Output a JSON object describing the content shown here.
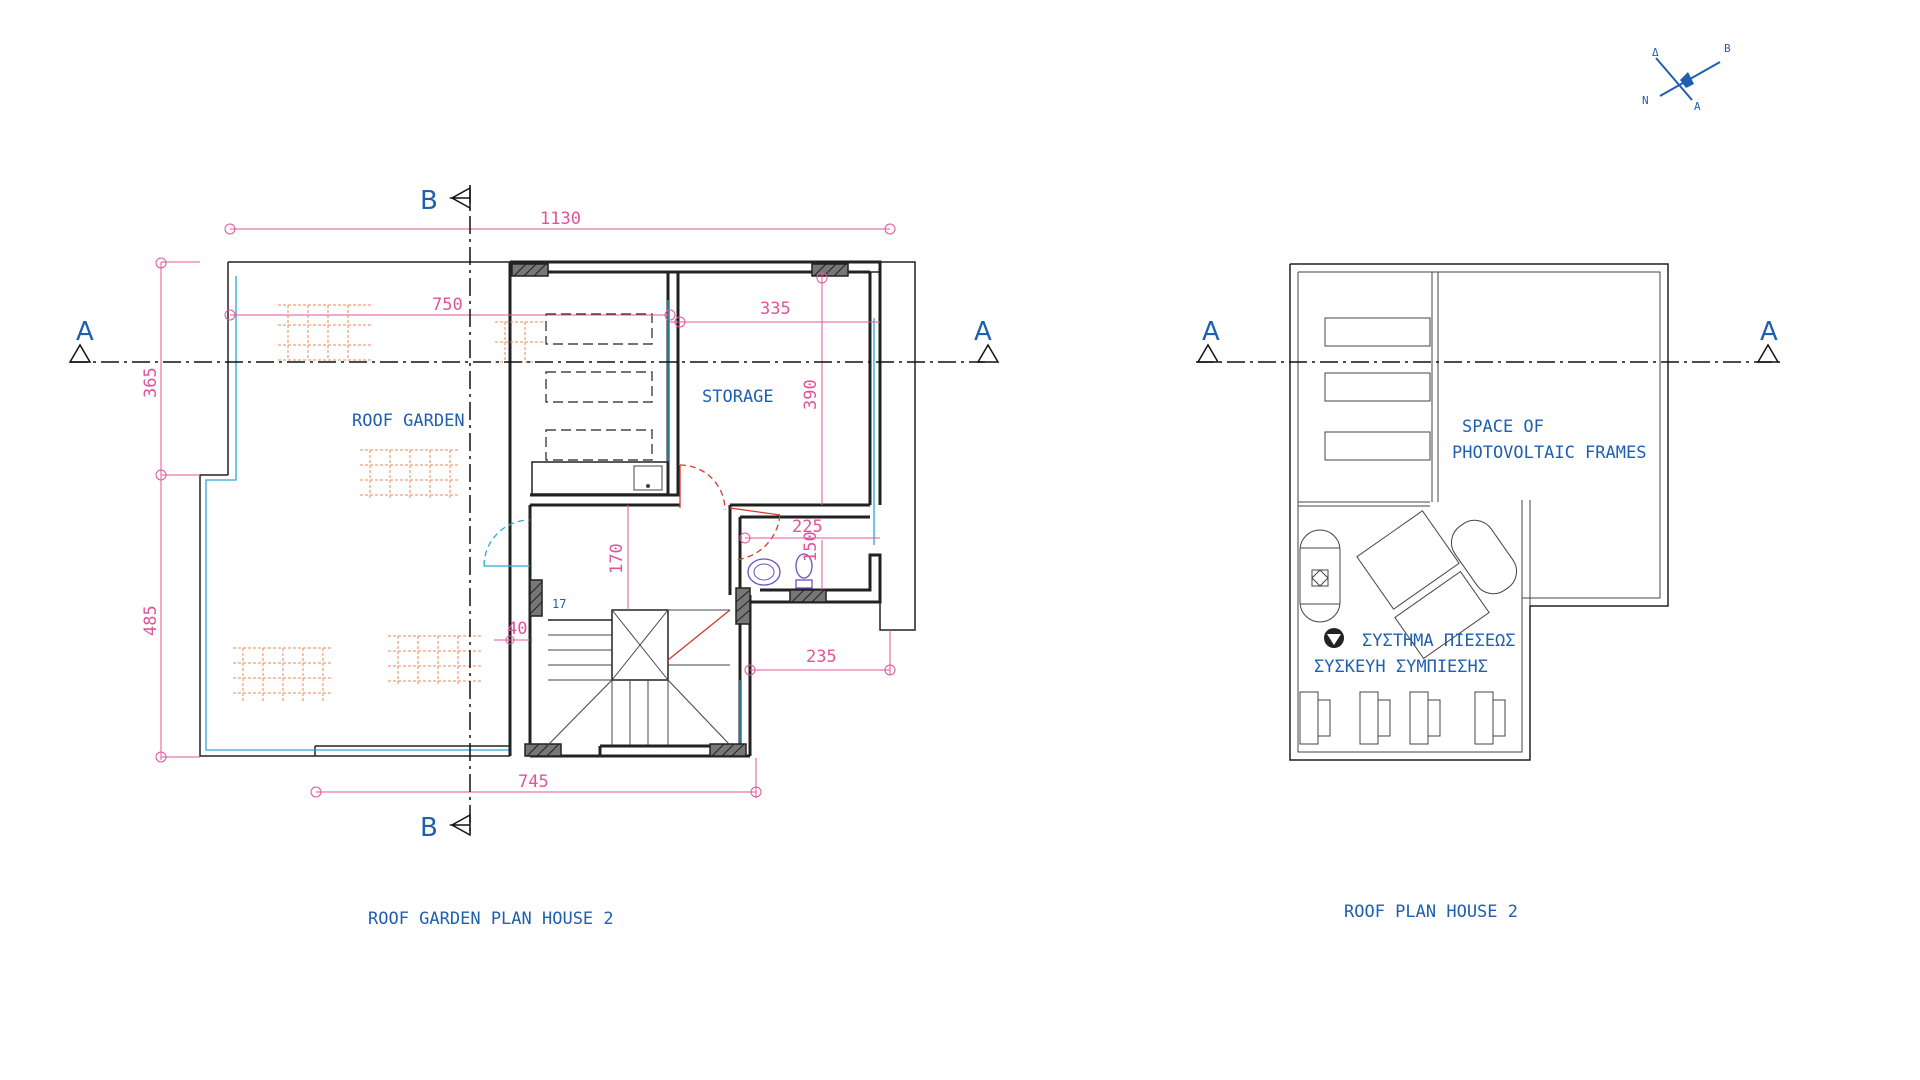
{
  "compass": {
    "labels": [
      "B",
      "A",
      "N",
      "Δ"
    ]
  },
  "garden_plan": {
    "title": "ROOF GARDEN PLAN HOUSE 2",
    "rooms": {
      "roof_garden": "ROOF GARDEN",
      "storage": "STORAGE"
    },
    "dimensions": {
      "overall_width": "1130",
      "garden_width": "750",
      "storage_width": "335",
      "upper_height": "365",
      "lower_height": "485",
      "storage_height": "390",
      "wc_width": "225",
      "corridor_height": "170",
      "wc_height": "150",
      "stair_offset": "40",
      "stair_steps": "17",
      "right_offset": "235",
      "bottom_width": "745"
    },
    "section_a": "A",
    "section_b": "B"
  },
  "roof_plan": {
    "title": "ROOF PLAN HOUSE 2",
    "label_space": "SPACE OF",
    "label_frames": "PHOTOVOLTAIC FRAMES",
    "label_pressure": "ΣΥΣΤΗΜΑ ΠΙΕΣΕΩΣ",
    "label_device": "ΣΥΣΚΕΥΗ ΣΥΜΠΙΕΣΗΣ",
    "section_a": "A"
  }
}
